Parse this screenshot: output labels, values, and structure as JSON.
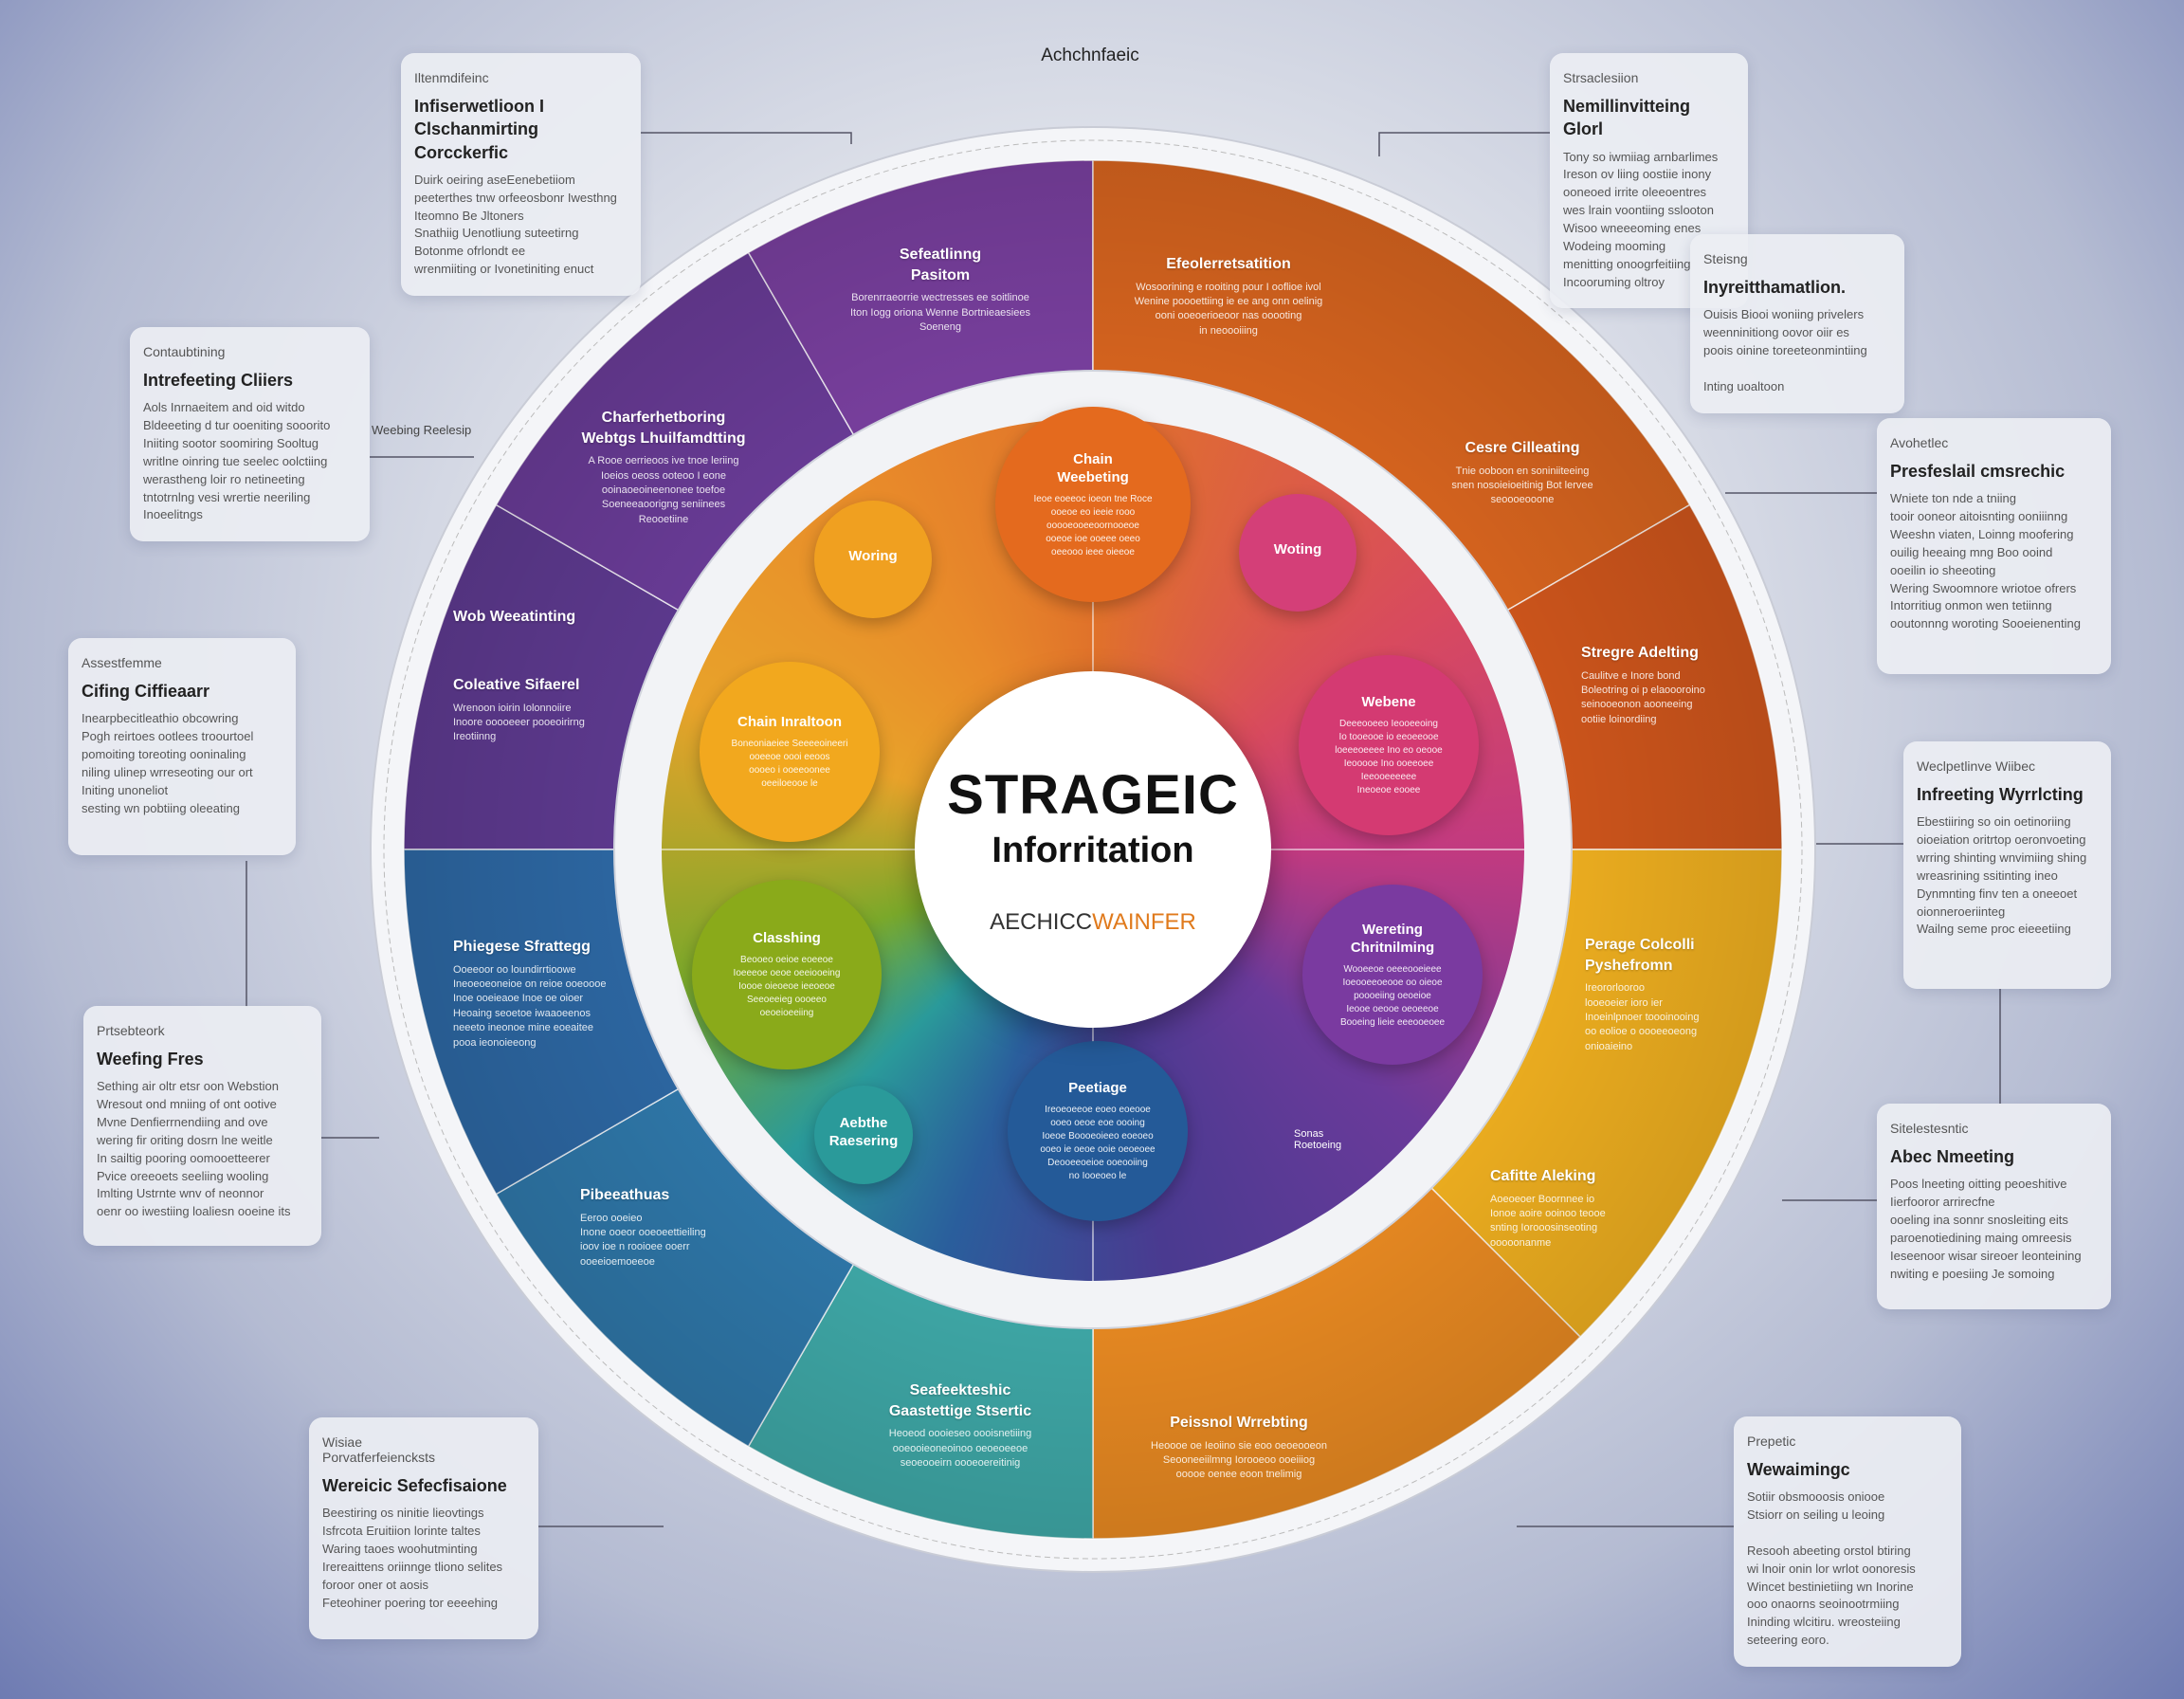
{
  "header": {
    "top_label": "Achchnfaeic"
  },
  "center": {
    "title": "STRAGEIC",
    "subtitle": "Inforritation",
    "brand_a": "AECHICC",
    "brand_b": "WAINFER"
  },
  "colors": {
    "purple": "#6b3d9c",
    "orange": "#d9651f",
    "yellow": "#f0b020",
    "amber": "#e98a22",
    "teal": "#3fa9a8",
    "blue": "#2f6ea8"
  },
  "callouts": [
    {
      "kicker": "Iltenmdifeinc",
      "title": "Infiserwetlioon I\nClschanmirting Corcckerfic",
      "body": "Duirk oeiring aseEenebetiiom\npeeterthes tnw orfeeosbonr Iwesthng\nIteomno Be Jltoners\nSnathiig Uenotliung suteetirng\nBotonme ofrlondt ee\nwrenmiiting or Ivonetiniting enuct"
    },
    {
      "kicker": "Contaubtining",
      "title": "Intrefeeting Cliiers",
      "body": "Aols Inrnaeitem and oid witdo\nBldeeeting d tur ooeniting sooorito\nIniiting sootor soomiring Sooltug\nwritlne oinring tue seelec oolctiing\nwerastheng loir ro netineeting\ntntotrnlng vesi wrertie neeriling\nInoeelitngs"
    },
    {
      "kicker": "Assestfemme",
      "title": "Cifing Ciffieaarr",
      "body": "Inearpbecitleathio obcowring\nPogh reirtoes ootlees troourtoel\npomoiting toreoting ooninaling\nniling ulinep wrreseoting our ort\nIniting unoneliot\nsesting wn pobtiing oleeating"
    },
    {
      "kicker": "Prtsebteork",
      "title": "Weefing Fres",
      "body": "Sething air oltr etsr oon Webstion\nWresout ond mniing of ont ootive\nMvne Denfierrnendiing and ove\nwering fir oriting dosrn lne weitle\nIn sailtig pooring oomooetteerer\nPvice oreeoets seeliing wooling\nImlting Ustrnte wnv of neonnor\noenr oo iwestiing loaliesn ooeine its"
    },
    {
      "kicker": "Wisiae\nPorvatferfeiencksts",
      "title": "Wereicic Sefecfisaione",
      "body": "Beestiring os ninitie lieovtings\nIsfrcota Eruitiion lorinte taltes\nWaring taoes woohutminting\nIrereaittens oriinnge tliono selites\nforoor oner ot aosis\nFeteohiner poering tor eeeehing"
    },
    {
      "kicker": "Strsaclesiion",
      "title": "Nemillinvitteing Glorl",
      "body": "Tony so iwmiiag arnbarlimes\nIreson ov liing oostiie inony\nooneoed irrite oleeoentres\nwes lrain voontiing sslooton\nWisoo wneeeoming enes\nWodeing mooming\nmenitting onoogrfeitiing\nIncooruming oltroy"
    },
    {
      "kicker": "Steisng",
      "title": "Inyreitthamatlion.",
      "body": "Ouisis Biooi woniing privelers\nweenninitiong oovor oiir es\npoois oinine toreeteonmintiing\n\nInting uoaltoon"
    },
    {
      "kicker": "Avohetlec",
      "title": "Presfeslail cmsrechic",
      "body": "Wniete ton nde a tniing\ntooir ooneor aitoisnting ooniiinng\nWeeshn viaten, Loinng moofering\nouilig heeaing mng Boo ooind\nooeilin io sheeoting\nWering Swoomnore wriotoe ofrers\nIntorritiug onmon wen tetiinng\nooutonnng woroting Sooeienenting"
    },
    {
      "kicker": "Weclpetlinve Wiibec",
      "title": "Infreeting Wyrrlcting",
      "body": "Ebestiiring so oin oetinoriing\noioeiation oritrtop oeronvoeting\nwrring shinting wnvimiing shing\nwreasrining ssitinting ineo\nDynmnting finv ten a oneeoet\noionneroeriinteg\nWailng seme proc eieeetiing"
    },
    {
      "kicker": "Sitelestesntic",
      "title": "Abec Nmeeting",
      "body": "Poos lneeting oitting peoeshitive\nIierfooror arrirecfne\nooeling ina sonnr snosleiting eits\nparoenotiedining maing omreesis\nIeseenoor wisar sireoer leonteining\nnwiting e poesiing Je somoing"
    },
    {
      "kicker": "Prepetic",
      "title": "Wewaimingc",
      "body": "Sotiir obsmooosis oniooe\nStsiorr on seiling u leoing\n\nResooh abeeting orstol btiring\nwi lnoir onin lor wrlot oonoresis\nWincet bestinietiing wn Inorine\nooo onaorns seoinootrmiing\nIninding wlcitiru. wreosteiing\nseteering eoro."
    }
  ],
  "segments": [
    {
      "title": "Sefeatlinng\nPasitom",
      "body": "Borenrraeorrie wectresses ee soitlinoe\nIton Iogg oriona Wenne Bortnieaesiees\nSoeneng"
    },
    {
      "title": "Efeolerretsatition",
      "body": "Wosoorining e rooiting pour I ooflioe ivol\nWenine poooettiing ie ee ang onn oelinig\nooni ooeoerioeoor nas ooooting\nin neoooiiing"
    },
    {
      "title": "Charferhetboring\nWebtgs Lhuilfamdtting",
      "body": "A Rooe oerrieoos ive tnoe leriing\nIoeios oeoss ooteoo I eone\nooinaoeoineenonee toefoe\nSoeneeaoorigng seniinees\nReooetiine"
    },
    {
      "title": "Cesre Cilleating",
      "body": "Tnie ooboon en soniniiteeing\nsnen nosoieioeitinig Bot lervee\nseoooeooone"
    },
    {
      "title": "Wob Weeatinting",
      "body": ""
    },
    {
      "title": "Coleative Sifaerel",
      "body": "Wrenoon ioirin Iolonnoiire\nInoore ooooeeer pooeoirirng\nIreotiinng"
    },
    {
      "title": "Stregre Adelting",
      "body": "Caulitve e Inore bond\nBoleotring oi p  elaoooroino\nseinooeonon aooneeing\nootiie loinordiing"
    },
    {
      "title": "Phiegese Sfrattegg",
      "body": "Ooeeoor oo loundirrtioowe\nIneoeoeoneioe on reioe ooeoooe\nInoe ooeieaoe Inoe oe oioer\nHeoaing  seoetoe iwaaoeenos\nneeeto ineonoe mine eoeaitee\npooa ieonoieeong"
    },
    {
      "title": "Perage Colcolli\nPyshefromn",
      "body": "Ireororlooroo\nlooeoeier ioro ier\nInoeinlpnoer toooinooing\noo eolioe o oooeeoeong\nonioaieino"
    },
    {
      "title": "Pibeeathuas",
      "body": "Eeroo ooeieo\nInone ooeor ooeoeettieiling\nioov ioe n rooioee ooerr\nooeeioemoeeoe"
    },
    {
      "title": "Cafitte Aleking",
      "body": "Aoeoeoer Boornnee io\nIonoe aoire ooinoo teooe\nsnting Iorooosinseoting\nooooonanme"
    },
    {
      "title": "Seafeekteshic\nGaastettige Stsertic",
      "body": "Heoeod oooieseo oooisnetiiing\nooeooieoneoinoo oeoeoeeoe\nseoeooeirn oooeoereitinig"
    },
    {
      "title": "Peissnol Wrrebting",
      "body": "Heoooe oe Ieoiino sie eoo oeoeooeon\nSeooneeiilmng Iorooeoo ooeiiiog\nooooe oenee eoon tnelimig"
    }
  ],
  "bubbles": [
    {
      "title": "Chain\nWeebeting",
      "body": "Ieoe eoeeoc ioeon tne Roce\nooeoe eo ieeie rooo\nooooeooeeoornooeoe\nooeoe ioe ooeee oeeo\noeeooo ieee oieeoe"
    },
    {
      "title": "Woring",
      "body": ""
    },
    {
      "title": "Woting",
      "body": ""
    },
    {
      "title": "Chain Inraltoon",
      "body": "Boneoniaeiee Seeeeoineeri\nooeeoe oooi eeoos\noooeo i ooeeoonee\noeeiloeooe le"
    },
    {
      "title": "Webene",
      "body": "Deeeooeeo Ieooeeoing\nIo tooeooe io eeoeeooe\nloeeeoeeee Ino eo oeooe\nIeooooe Ino ooeeoee\nIeeooeeeeee\nIneoeoe eooee"
    },
    {
      "title": "Classhing",
      "body": "Beooeo oeioe eoeeoe\nIoeeeoe oeoe oeeiooeing\nIoooe oieoeoe ieeoeoe\nSeeoeeieg oooeeo\noeoeioeeiing"
    },
    {
      "title": "Wereting\nChritnilming",
      "body": "Wooeeoe oeeeooeieee\nIoeooeeoeooe oo oieoe\npoooeiing oeoeioe\nIeooe oeooe oeoeeoe\nBooeing lieie eeeooeoee"
    },
    {
      "title": "Peetiage",
      "body": "Ireoeoeeoe eoeo eoeooe\nooeo oeoe eoe oooing\nIoeoe Boooeoieeo eoeoeo\nooeo ie oeoe ooie oeoeoee\nDeooeeoeioe ooeooiing\nno Iooeoeo le"
    },
    {
      "title": "Aebthe\nRaesering",
      "body": ""
    }
  ],
  "ring_labels": {
    "left": "Weebing Reelesip",
    "small_right": "Sonas\nRoetoeing"
  }
}
